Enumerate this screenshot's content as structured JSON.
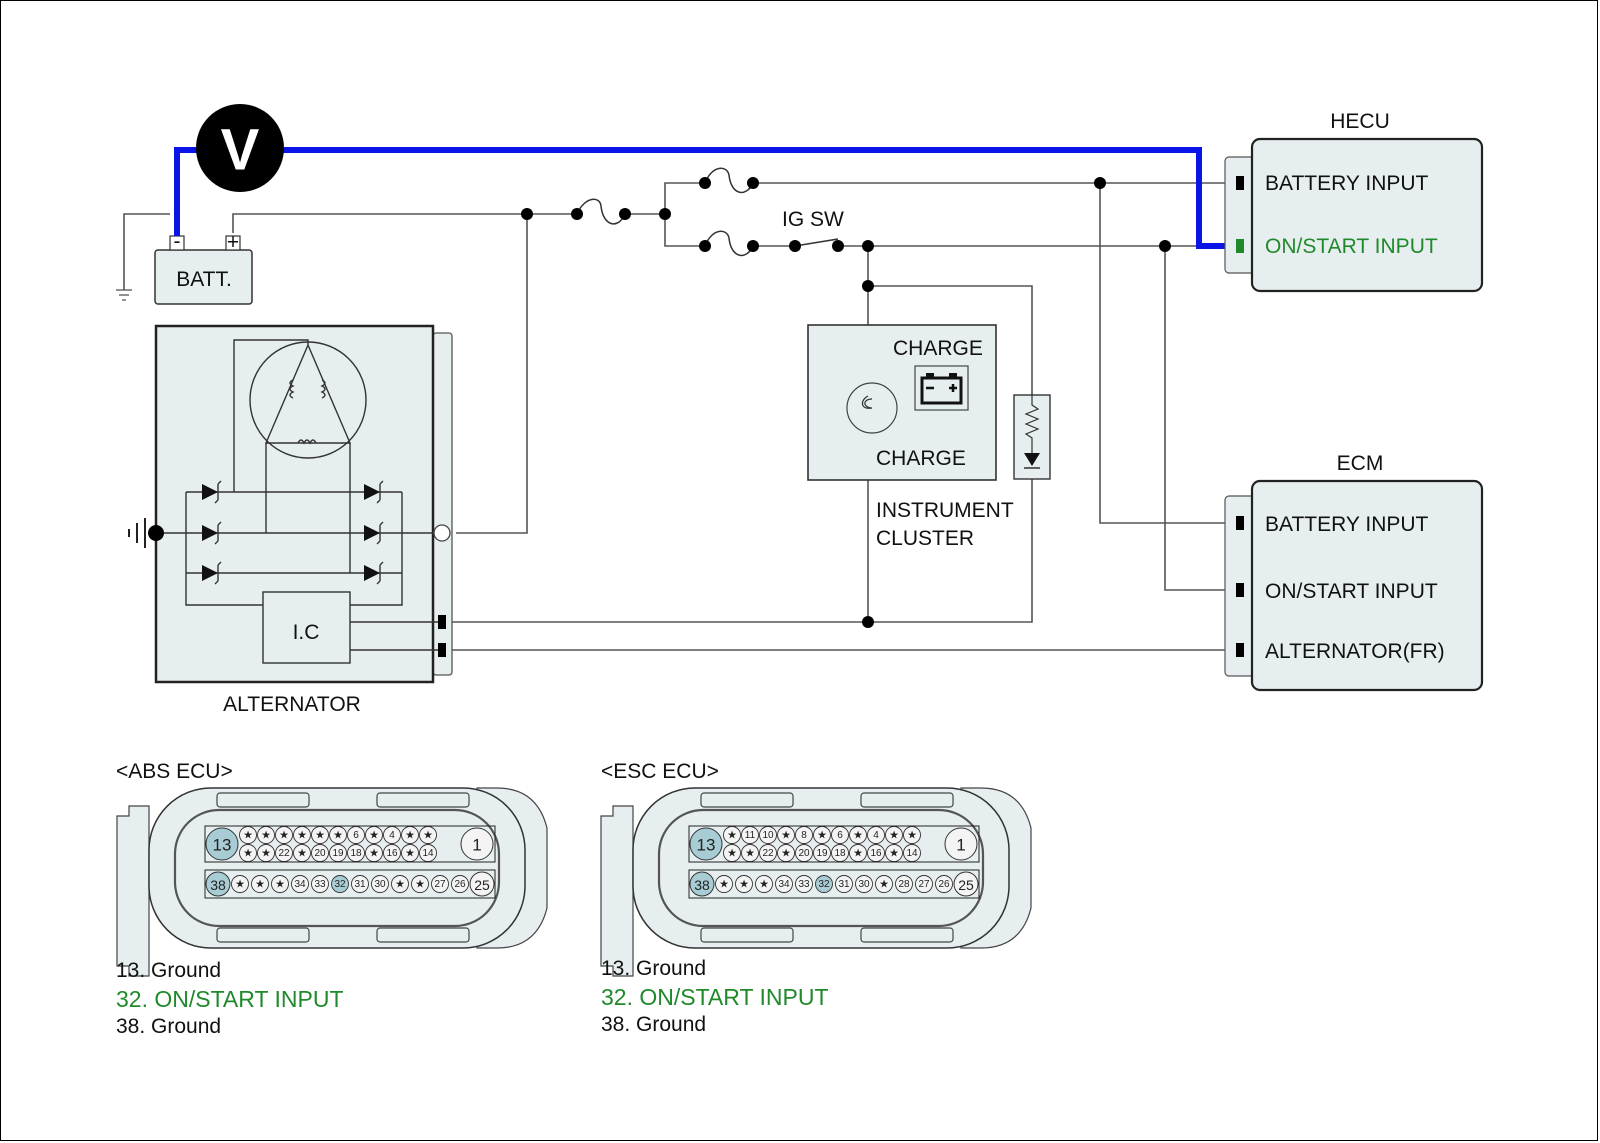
{
  "colors": {
    "probe_wire": "#0a14e6",
    "highlight_text": "#1f8a2a",
    "component_fill": "#e6eef0",
    "pin_highlight": "#a8ccd4",
    "wire": "#555555"
  },
  "meter": {
    "symbol": "V",
    "icon": "voltmeter-icon"
  },
  "battery": {
    "label": "BATT.",
    "neg": "-",
    "pos": "+"
  },
  "switch": {
    "label": "IG SW"
  },
  "alternator": {
    "label": "ALTERNATOR",
    "ic_label": "I.C"
  },
  "instrument_cluster": {
    "label_line1": "INSTRUMENT",
    "label_line2": "CLUSTER",
    "warning_title": "CHARGE",
    "lamp_label": "CHARGE"
  },
  "hecu": {
    "title": "HECU",
    "pins": [
      "BATTERY INPUT",
      "ON/START INPUT"
    ],
    "highlighted_pin": "ON/START INPUT"
  },
  "ecm": {
    "title": "ECM",
    "pins": [
      "BATTERY INPUT",
      "ON/START INPUT",
      "ALTERNATOR(FR)"
    ]
  },
  "connectors": [
    {
      "title": "<ABS ECU>",
      "big_left_top": "13",
      "big_right_top": "1",
      "row1_top": [
        "*",
        "*",
        "*",
        "*",
        "*",
        "*",
        "6",
        "*",
        "4",
        "*",
        "*"
      ],
      "row1_bottom": [
        "*",
        "*",
        "22",
        "*",
        "20",
        "19",
        "18",
        "*",
        "16",
        "*",
        "14"
      ],
      "big_left_bottom": "38",
      "big_right_bottom": "25",
      "row2": [
        "*",
        "*",
        "*",
        "34",
        "33",
        "32",
        "31",
        "30",
        "*",
        "*",
        "27",
        "26"
      ],
      "highlighted": [
        "13",
        "32",
        "38"
      ],
      "legend": [
        {
          "text": "13. Ground",
          "highlight": false
        },
        {
          "text": "32. ON/START INPUT",
          "highlight": true
        },
        {
          "text": "38. Ground",
          "highlight": false
        }
      ]
    },
    {
      "title": "<ESC ECU>",
      "big_left_top": "13",
      "big_right_top": "1",
      "row1_top": [
        "*",
        "11",
        "10",
        "*",
        "8",
        "*",
        "6",
        "*",
        "4",
        "*",
        "*"
      ],
      "row1_bottom": [
        "*",
        "*",
        "22",
        "*",
        "20",
        "19",
        "18",
        "*",
        "16",
        "*",
        "14"
      ],
      "big_left_bottom": "38",
      "big_right_bottom": "25",
      "row2": [
        "*",
        "*",
        "*",
        "34",
        "33",
        "32",
        "31",
        "30",
        "*",
        "28",
        "27",
        "26"
      ],
      "highlighted": [
        "13",
        "32",
        "38"
      ],
      "legend": [
        {
          "text": "13. Ground",
          "highlight": false
        },
        {
          "text": "32. ON/START INPUT",
          "highlight": true
        },
        {
          "text": "38. Ground",
          "highlight": false
        }
      ]
    }
  ]
}
